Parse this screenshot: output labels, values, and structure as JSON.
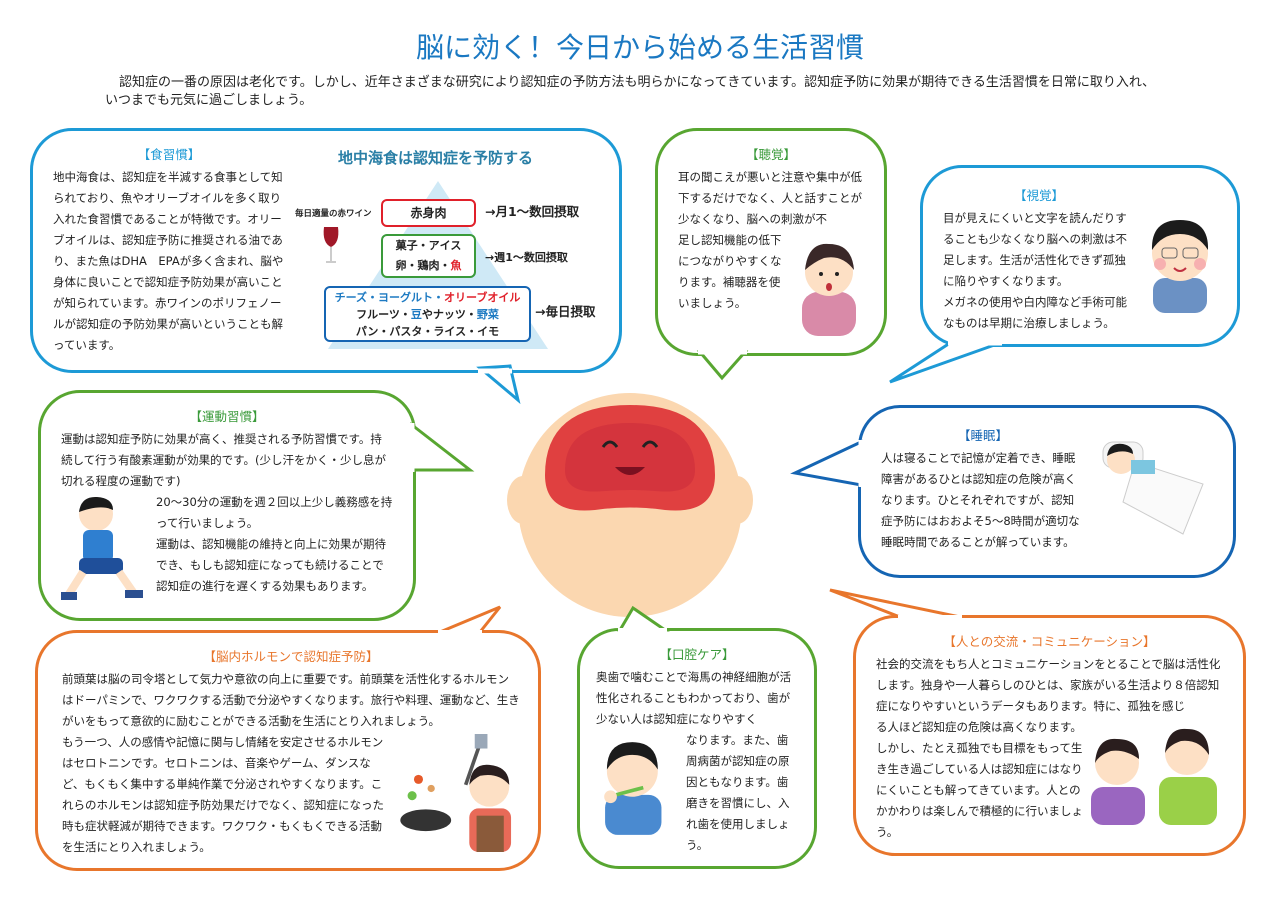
{
  "title": "脳に効く！今日から始める生活習慣",
  "intro": "認知症の一番の原因は老化です。しかし、近年さまざまな研究により認知症の予防方法も明らかになってきています。認知症予防に効果が期待できる生活習慣を日常に取り入れ、いつまでも元気に過ごしましょう。",
  "colors": {
    "title": "#1a78c2",
    "blue": "#1d9ad6",
    "dark_blue": "#1565b3",
    "green": "#58a631",
    "orange": "#e8762c",
    "red": "#e0202a"
  },
  "food": {
    "heading": "【食習慣】",
    "body": "地中海食は、認知症を半減する食事として知られており、魚やオリーブオイルを多く取り入れた食習慣であることが特徴です。オリーブオイルは、認知症予防に推奨される油であり、また魚はDHA　EPAが多く含まれ、脳や身体に良いことで認知症予防効果が高いことが知られています。赤ワインのポリフェノールが認知症の予防効果が高いということも解っています。",
    "chart_title": "地中海食は認知症を予防する",
    "wine_label": "毎日適量の赤ワイン",
    "tier1": "赤身肉",
    "tier1_note": "→月1〜数回摂取",
    "tier2_line1": "菓子・アイス",
    "tier2_line2a": "卵・鶏肉・",
    "tier2_line2b": "魚",
    "tier2_note": "→週1〜数回摂取",
    "tier3_line1a": "チーズ・ヨーグルト・",
    "tier3_line1b": "オリーブオイル",
    "tier3_line2a": "フルーツ・",
    "tier3_line2b": "豆",
    "tier3_line2c": "やナッツ・",
    "tier3_line2d": "野菜",
    "tier3_line3": "パン・パスタ・ライス・イモ",
    "tier3_note": "→毎日摂取"
  },
  "hearing": {
    "heading": "【聴覚】",
    "body_top": "耳の聞こえが悪いと注意や集中が低下するだけでなく、人と話すことが少なくなり、脳への刺激が不",
    "body_bottom": "足し認知機能の低下につながりやすくなります。補聴器を使いましょう。"
  },
  "vision": {
    "heading": "【視覚】",
    "body": "目が見えにくいと文字を読んだりすることも少なくなり脳への刺激は不足します。生活が活性化できず孤独に陥りやすくなります。",
    "body2": "メガネの使用や白内障など手術可能なものは早期に治療しましょう。"
  },
  "exercise": {
    "heading": "【運動習慣】",
    "body_top": "運動は認知症予防に効果が高く、推奨される予防習慣です。持続して行う有酸素運動が効果的です。(少し汗をかく・少し息が切れる程度の運動です)",
    "body_bottom": "20〜30分の運動を週２回以上少し義務感を持って行いましょう。",
    "body_bottom2": "運動は、認知機能の維持と向上に効果が期待でき、もしも認知症になっても続けることで認知症の進行を遅くする効果もあります。"
  },
  "sleep": {
    "heading": "【睡眠】",
    "body": "人は寝ることで記憶が定着でき、睡眠障害があるひとは認知症の危険が高くなります。ひとそれぞれですが、認知症予防にはおおよそ5〜8時間が適切な睡眠時間であることが解っています。"
  },
  "hormone": {
    "heading": "【脳内ホルモンで認知症予防】",
    "body_top": "前頭葉は脳の司令塔として気力や意欲の向上に重要です。前頭葉を活性化するホルモンはドーパミンで、ワクワクする活動で分泌やすくなります。旅行や料理、運動など、生きがいをもって意欲的に励むことができる活動を生活にとり入れましょう。",
    "body_bottom": "もう一つ、人の感情や記憶に関与し情緒を安定させるホルモンはセロトニンです。セロトニンは、音楽やゲーム、ダンスなど、もくもく集中する単純作業で分泌されやすくなります。これらのホルモンは認知症予防効果だけでなく、認知症になった時も症状軽減が期待できます。ワクワク・もくもくできる活動を生活にとり入れましょう。"
  },
  "oral": {
    "heading": "【口腔ケア】",
    "body_top": "奥歯で噛むことで海馬の神経細胞が活性化されることもわかっており、歯が少ない人は認知症になりやすく",
    "body_bottom": "なります。また、歯周病菌が認知症の原因ともなります。歯磨きを習慣にし、入れ歯を使用しましょう。"
  },
  "communication": {
    "heading": "【人との交流・コミュニケーション】",
    "body_top": "社会的交流をもち人とコミュニケーションをとることで脳は活性化します。独身や一人暮らしのひとは、家族がいる生活より８倍認知症になりやすいというデータもあります。特に、孤独を感じ",
    "body_bottom": "る人ほど認知症の危険は高くなります。しかし、たとえ孤独でも目標をもって生き生き過ごしている人は認知症にはなりにくいことも解ってきています。人とのかかわりは楽しんで積極的に行いましょう。"
  }
}
